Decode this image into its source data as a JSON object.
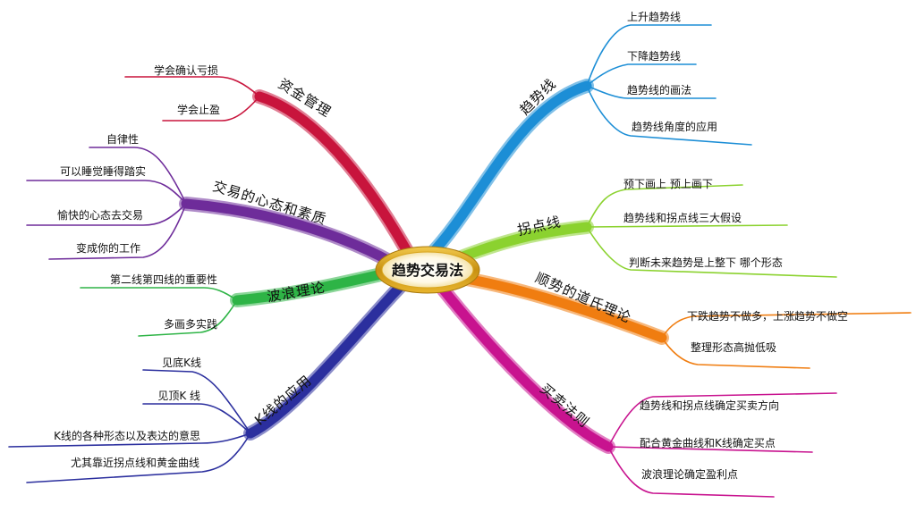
{
  "center": {
    "label": "趋势交易法"
  },
  "branches": [
    {
      "id": "trend-line",
      "label": "趋势线",
      "color": "#1c8ed6",
      "items": [
        "上升趋势线",
        "下降趋势线",
        "趋势线的画法",
        "趋势线角度的应用"
      ]
    },
    {
      "id": "inflection-line",
      "label": "拐点线",
      "color": "#8bd22f",
      "items": [
        "预下画上  预上画下",
        "趋势线和拐点线三大假设",
        "判断未来趋势是上整下  哪个形态"
      ]
    },
    {
      "id": "dow-theory",
      "label": "顺势的道氏理论",
      "color": "#f07d10",
      "items": [
        "下跌趋势不做多，上涨趋势不做空",
        "整理形态高抛低吸"
      ]
    },
    {
      "id": "trading-rules",
      "label": "买卖法则",
      "color": "#c8138f",
      "items": [
        "趋势线和拐点线确定买卖方向",
        "配合黄金曲线和K线确定买点",
        "波浪理论确定盈利点"
      ]
    },
    {
      "id": "money-management",
      "label": "资金管理",
      "color": "#c8143c",
      "items": [
        "学会确认亏损",
        "学会止盈"
      ]
    },
    {
      "id": "trading-mindset",
      "label": "交易的心态和素质",
      "color": "#6e2c9a",
      "items": [
        "自律性",
        "可以睡觉睡得踏实",
        "愉快的心态去交易",
        "变成你的工作"
      ]
    },
    {
      "id": "wave-theory",
      "label": "波浪理论",
      "color": "#2eb446",
      "items": [
        "第二线第四线的重要性",
        "多画多实践"
      ]
    },
    {
      "id": "kline-application",
      "label": "K线的应用",
      "color": "#2b2f9e",
      "items": [
        "见底K线",
        "见顶K  线",
        "K线的各种形态以及表达的意思",
        "尤其靠近拐点线和黄金曲线"
      ]
    }
  ]
}
